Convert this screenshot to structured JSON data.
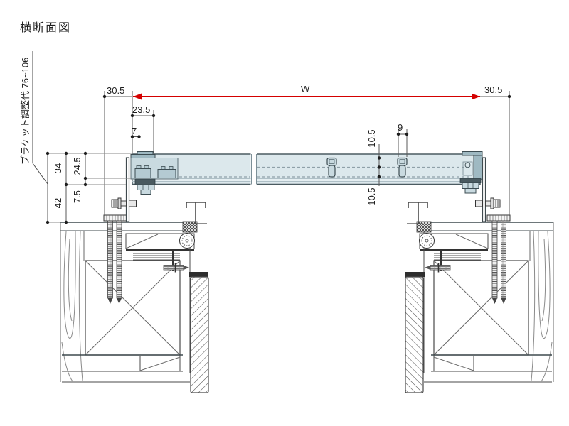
{
  "title": "横断面図",
  "callout": {
    "label": "ブラケット調整代 76~106"
  },
  "dimensions": {
    "left_offset": "30.5",
    "width_label": "W",
    "right_offset": "30.5",
    "bracket_offset": "23.5",
    "lip": "7",
    "screw_width": "9",
    "case_upper": "10.5",
    "case_lower": "10.5",
    "case_height": "34",
    "case_inner": "24.5",
    "bracket_drop": "42",
    "flange": "7.5"
  },
  "colors": {
    "dimension_red": "#d40000",
    "case_fill": "#dce8ec",
    "case_dark": "#9fb9c2",
    "line_dark": "#3f4a4e"
  }
}
